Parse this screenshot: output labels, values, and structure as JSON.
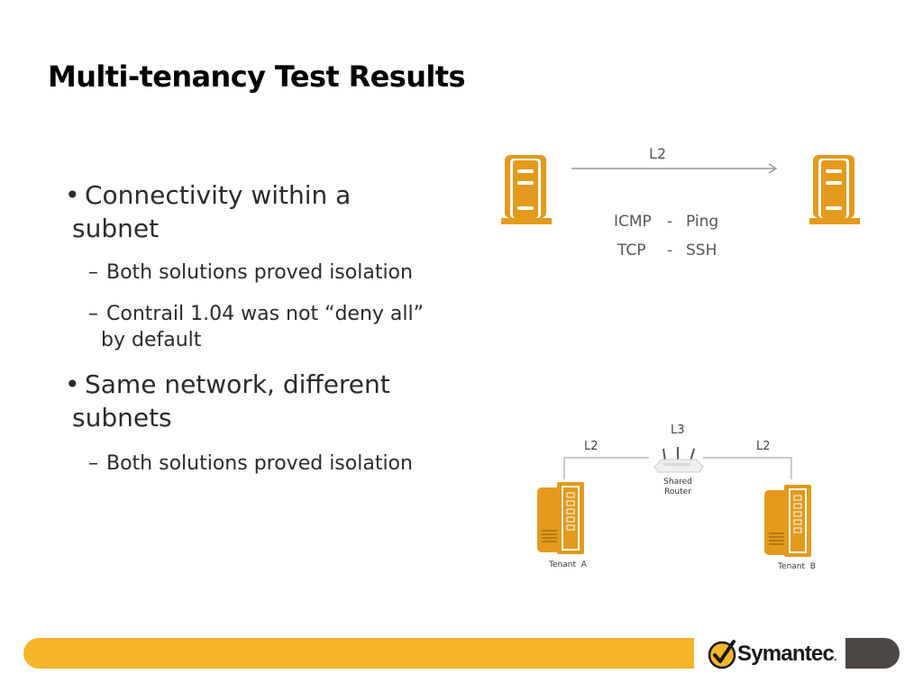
{
  "slide": {
    "title": "Multi-tenancy Test Results",
    "bullets": [
      {
        "marker": "•",
        "line1": "Connectivity within a",
        "line2": "subnet"
      },
      {
        "marker": "–",
        "line1": "Both solutions proved isolation"
      },
      {
        "marker": "–",
        "line1": "Contrail 1.04 was not “deny all”",
        "line2": "by default"
      },
      {
        "marker": "•",
        "line1": "Same network, different",
        "line2": "subnets"
      },
      {
        "marker": "–",
        "line1": "Both solutions proved isolation"
      }
    ]
  },
  "diagram_top": {
    "link_label": "L2",
    "protocols": [
      {
        "name": "ICMP",
        "sep": "-",
        "tool": "Ping"
      },
      {
        "name": "TCP",
        "sep": "-",
        "tool": "SSH"
      }
    ]
  },
  "diagram_bottom": {
    "router_link": "L3",
    "left_link": "L2",
    "right_link": "L2",
    "router_label_1": "Shared",
    "router_label_2": "Router",
    "tenant_a": "Tenant  A",
    "tenant_b": "Tenant  B"
  },
  "footer": {
    "logo_text": "Symantec",
    "logo_mark": ".",
    "colors": {
      "bar": "#f7b52a",
      "page_box": "#4d4744",
      "server": "#e39a1c"
    }
  }
}
